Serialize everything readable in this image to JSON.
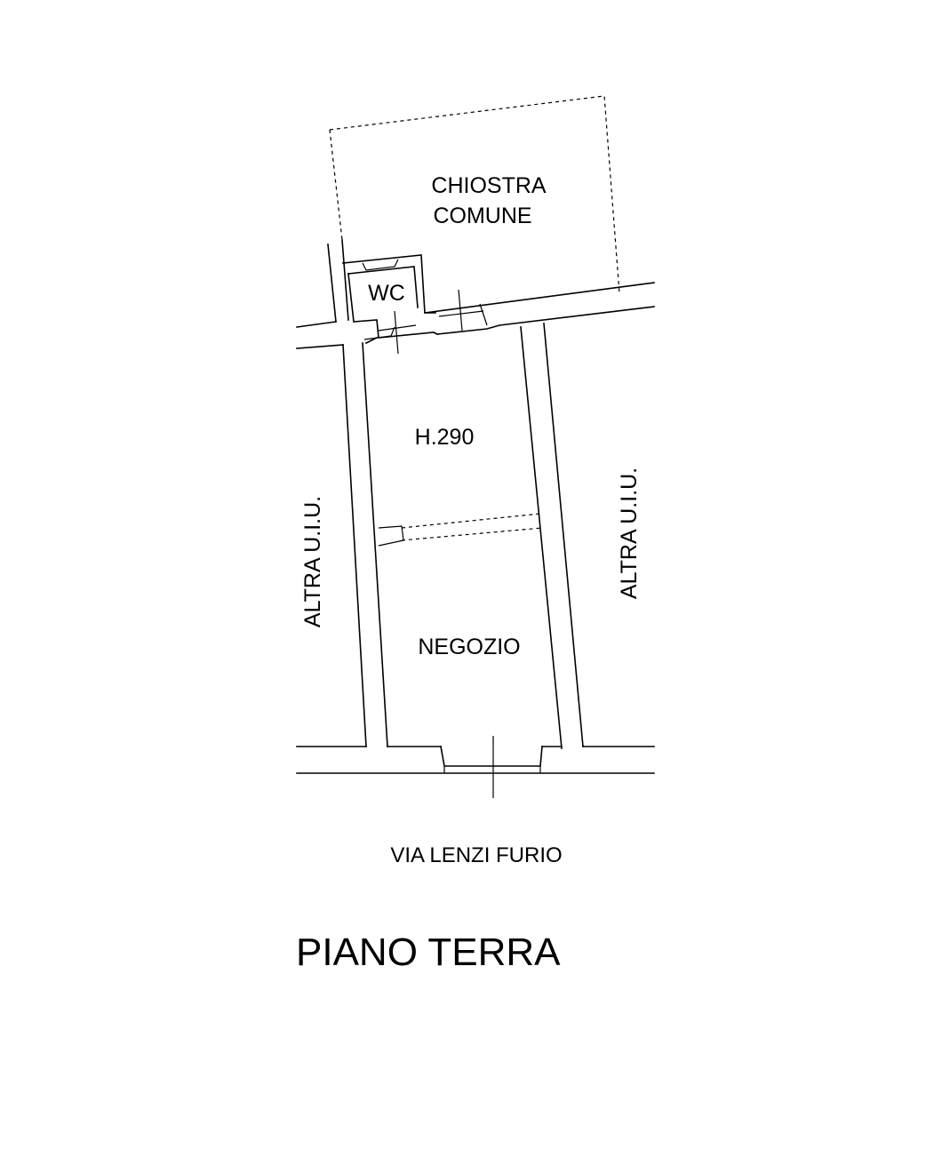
{
  "plan": {
    "rooms": {
      "courtyard_line1": "CHIOSTRA",
      "courtyard_line2": "COMUNE",
      "wc": "WC",
      "height": "H.290",
      "shop": "NEGOZIO"
    },
    "neighbors": {
      "left": "ALTRA U.I.U.",
      "right": "ALTRA U.I.U."
    },
    "street": "VIA LENZI FURIO",
    "floor_title": "PIANO TERRA"
  },
  "colors": {
    "background": "#ffffff",
    "ink": "#000000"
  }
}
